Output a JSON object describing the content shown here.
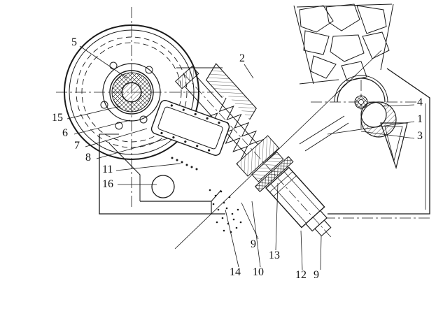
{
  "figure": {
    "background_color": "#ffffff",
    "line_color": "#1a1a1a"
  },
  "callouts": [
    {
      "label": "5"
    },
    {
      "label": "2"
    },
    {
      "label": "4"
    },
    {
      "label": "1"
    },
    {
      "label": "3"
    },
    {
      "label": "15"
    },
    {
      "label": "6"
    },
    {
      "label": "7"
    },
    {
      "label": "8"
    },
    {
      "label": "11"
    },
    {
      "label": "16"
    },
    {
      "label": "9"
    },
    {
      "label": "13"
    },
    {
      "label": "14"
    },
    {
      "label": "10"
    },
    {
      "label": "12"
    },
    {
      "label": "9"
    }
  ]
}
